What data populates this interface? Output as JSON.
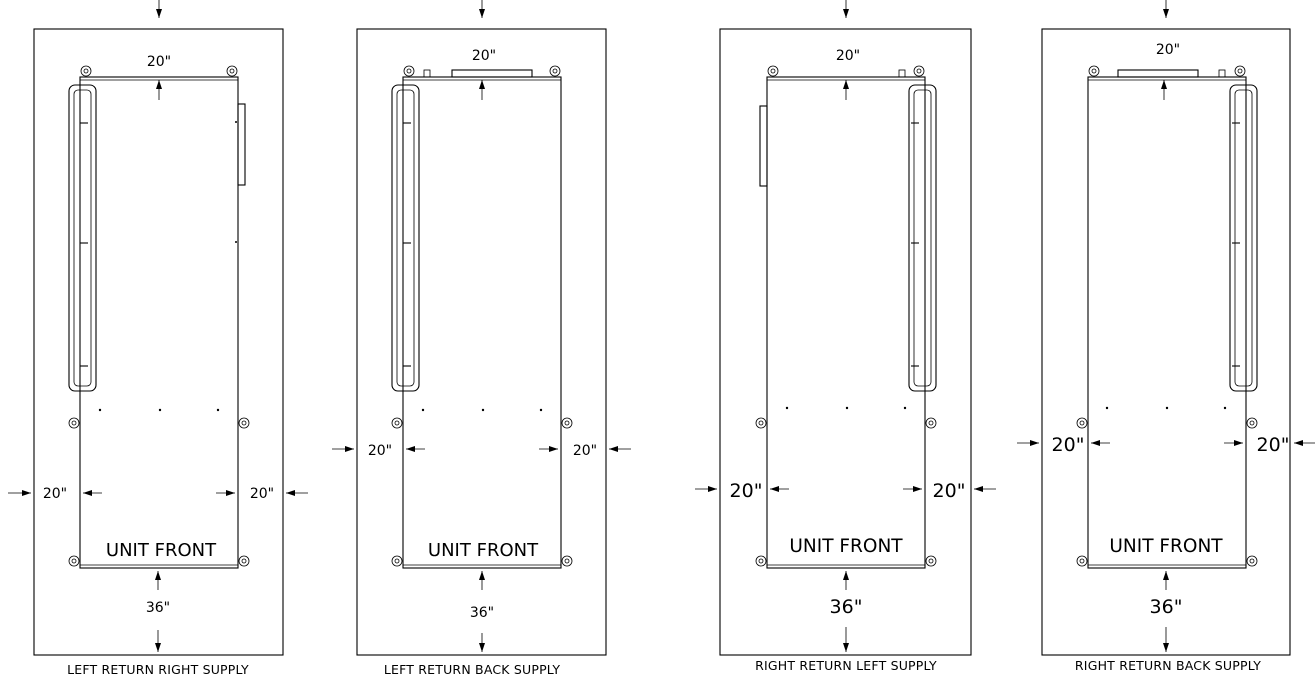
{
  "diagrams": [
    {
      "caption": "LEFT RETURN RIGHT SUPPLY",
      "unit_label": "UNIT FRONT",
      "clearance_top": "20\"",
      "clearance_left": "20\"",
      "clearance_right": "20\"",
      "clearance_front": "36\""
    },
    {
      "caption": "LEFT RETURN BACK SUPPLY",
      "unit_label": "UNIT FRONT",
      "clearance_top": "20\"",
      "clearance_left": "20\"",
      "clearance_right": "20\"",
      "clearance_front": "36\""
    },
    {
      "caption": "RIGHT RETURN LEFT SUPPLY",
      "unit_label": "UNIT FRONT",
      "clearance_top": "20\"",
      "clearance_left": "20\"",
      "clearance_right": "20\"",
      "clearance_front": "36\""
    },
    {
      "caption": "RIGHT RETURN BACK SUPPLY",
      "unit_label": "UNIT FRONT",
      "clearance_top": "20\"",
      "clearance_left": "20\"",
      "clearance_right": "20\"",
      "clearance_front": "36\""
    }
  ]
}
